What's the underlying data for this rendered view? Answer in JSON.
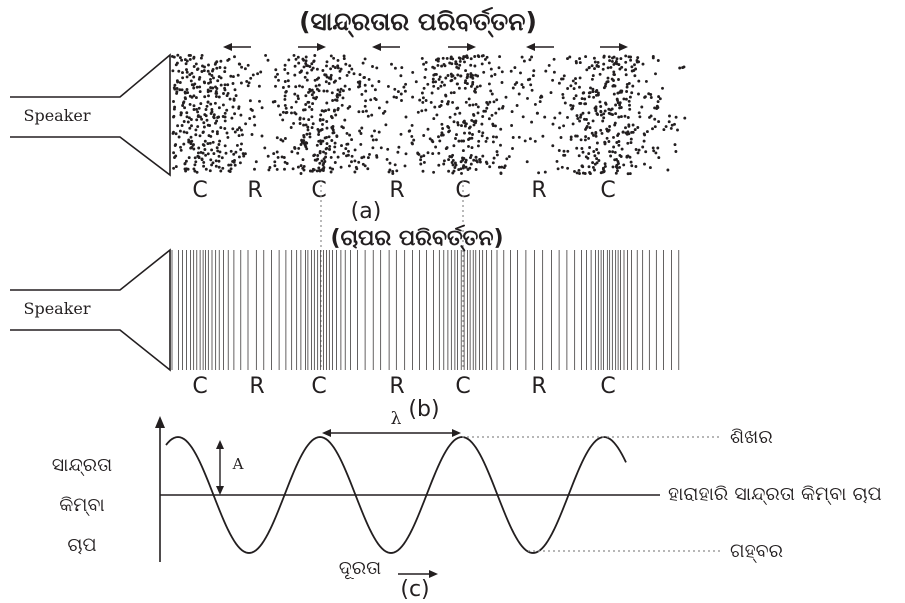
{
  "panel_a": {
    "title": "(ସାନ୍ଦ୍ରତାର ପରିବର୍ତ୍ତନ)",
    "speaker_label": "Speaker",
    "region_labels": [
      "C",
      "R",
      "C",
      "R",
      "C",
      "R",
      "C"
    ],
    "caption": "(a)",
    "arrow_directions": [
      "left",
      "right",
      "left",
      "right",
      "left",
      "right"
    ]
  },
  "panel_b": {
    "title": "(ଚାପର ପରିବର୍ତ୍ତନ)",
    "speaker_label": "Speaker",
    "region_labels": [
      "C",
      "R",
      "C",
      "R",
      "C",
      "R",
      "C"
    ],
    "caption": "(b)"
  },
  "panel_c": {
    "y_axis_label": [
      "ସାନ୍ଦ୍ରତା",
      "କିମ୍ବା",
      "ଚାପ"
    ],
    "wavelength_label": "λ",
    "amplitude_label": "A",
    "crest_label": "ଶିଖର",
    "mean_label": "ହାରାହାରି ସାନ୍ଦ୍ରତା କିମ୍ବା ଚାପ",
    "trough_label": "ଗହ୍ବର",
    "distance_label": "ଦୂରତା",
    "caption": "(c)"
  },
  "colors": {
    "ink": "#231f20",
    "guide": "#8c8c8c"
  }
}
